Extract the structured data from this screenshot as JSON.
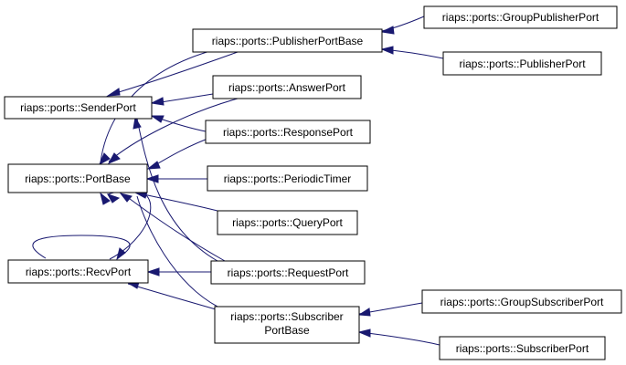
{
  "diagram": {
    "nodes": {
      "sender_port": "riaps::ports::SenderPort",
      "port_base": "riaps::ports::PortBase",
      "recv_port": "riaps::ports::RecvPort",
      "publisher_port_base": "riaps::ports::PublisherPortBase",
      "answer_port": "riaps::ports::AnswerPort",
      "response_port": "riaps::ports::ResponsePort",
      "periodic_timer": "riaps::ports::PeriodicTimer",
      "query_port": "riaps::ports::QueryPort",
      "request_port": "riaps::ports::RequestPort",
      "subscriber_port_base": [
        "riaps::ports::Subscriber",
        "PortBase"
      ],
      "group_publisher_port": "riaps::ports::GroupPublisherPort",
      "publisher_port": "riaps::ports::PublisherPort",
      "group_subscriber_port": "riaps::ports::GroupSubscriberPort",
      "subscriber_port": "riaps::ports::SubscriberPort"
    },
    "colors": {
      "edge": "#191970",
      "node_border": "#000000",
      "node_fill": "#ffffff"
    }
  }
}
